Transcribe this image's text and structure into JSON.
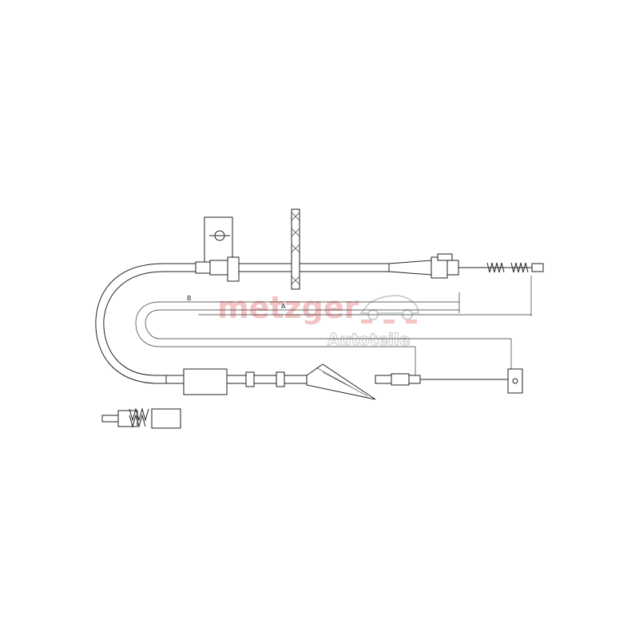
{
  "diagram": {
    "dimension_labels": {
      "a": "A",
      "b": "B"
    },
    "colors": {
      "line": "#222222",
      "watermark_red": "#f4c3c3",
      "watermark_grey": "#d0d0d0"
    }
  },
  "watermark": {
    "brand": "metzger",
    "tagline": "Autoteile"
  }
}
